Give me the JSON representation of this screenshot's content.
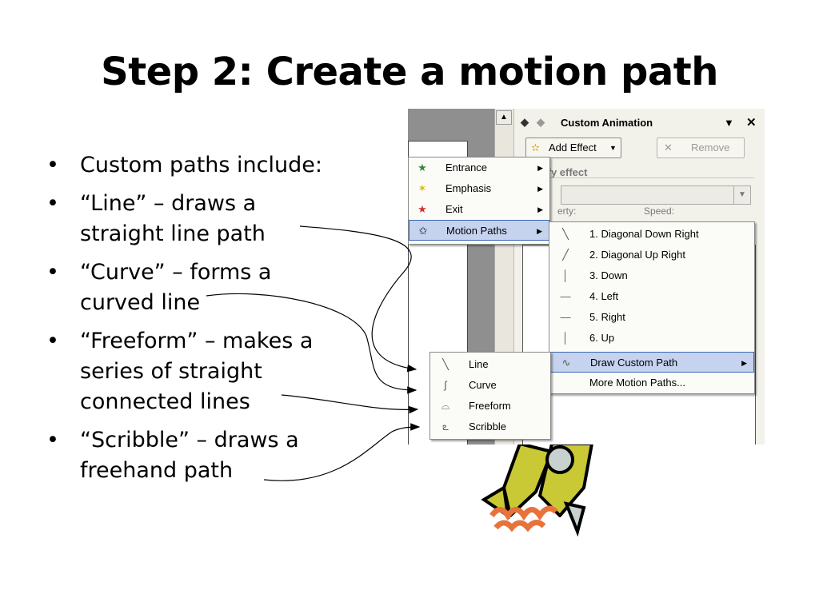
{
  "title": "Step 2: Create a motion path",
  "bullets": [
    "Custom paths include:",
    "“Line” – draws a straight line path",
    "“Curve” – forms a curved line",
    "“Freeform” – makes a series of straight connected lines",
    "“Scribble” – draws a freehand path"
  ],
  "pane": {
    "header": "Custom Animation",
    "add_effect": "Add Effect",
    "remove": "Remove",
    "modify_label": "ify effect",
    "property_label": "erty:",
    "speed_label": "Speed:"
  },
  "effect_menu": [
    {
      "label": "Entrance",
      "icon": "entrance-star-icon"
    },
    {
      "label": "Emphasis",
      "icon": "emphasis-star-icon"
    },
    {
      "label": "Exit",
      "icon": "exit-star-icon"
    },
    {
      "label": "Motion Paths",
      "icon": "motion-path-star-icon"
    }
  ],
  "motion_paths_menu": [
    {
      "label": "1. Diagonal Down Right",
      "icon": "diagonal-down-icon"
    },
    {
      "label": "2. Diagonal Up Right",
      "icon": "diagonal-up-icon"
    },
    {
      "label": "3. Down",
      "icon": "down-line-icon"
    },
    {
      "label": "4. Left",
      "icon": "left-line-icon"
    },
    {
      "label": "5. Right",
      "icon": "right-line-icon"
    },
    {
      "label": "6. Up",
      "icon": "up-line-icon"
    },
    {
      "label": "Draw Custom Path",
      "icon": "draw-custom-path-icon"
    },
    {
      "label": "More Motion Paths...",
      "icon": ""
    }
  ],
  "custom_path_menu": [
    {
      "label": "Line",
      "icon": "line-icon"
    },
    {
      "label": "Curve",
      "icon": "curve-icon"
    },
    {
      "label": "Freeform",
      "icon": "freeform-icon"
    },
    {
      "label": "Scribble",
      "icon": "scribble-icon"
    }
  ],
  "colors": {
    "highlight": "#c5d3ef",
    "highlight_border": "#3a66b5",
    "pane_bg": "#f2f1ea",
    "rocket_yellow": "#c8c934",
    "rocket_orange": "#e8733a"
  }
}
